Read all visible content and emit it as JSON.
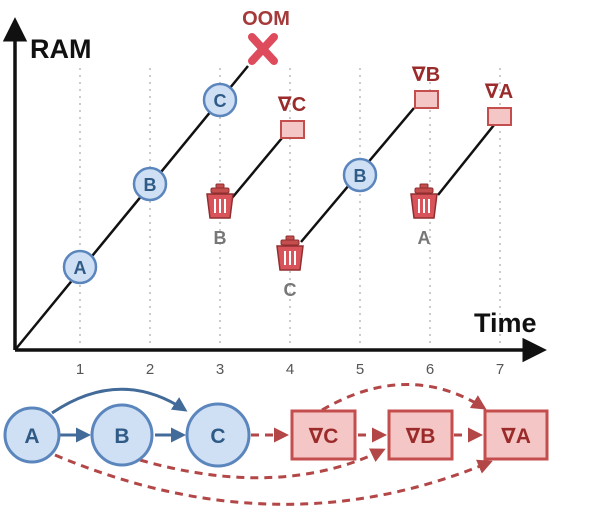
{
  "axes": {
    "y_label": "RAM",
    "x_label": "Time",
    "ticks": [
      "1",
      "2",
      "3",
      "4",
      "5",
      "6",
      "7"
    ]
  },
  "oom_label": "OOM",
  "plot_markers": {
    "forward": [
      {
        "label": "A",
        "time": 1
      },
      {
        "label": "B",
        "time": 2
      },
      {
        "label": "C",
        "time": 3
      },
      {
        "label": "B",
        "time": 5
      }
    ],
    "gradients": [
      {
        "label": "∇C",
        "time": 4
      },
      {
        "label": "∇B",
        "time": 6
      },
      {
        "label": "∇A",
        "time": 7
      }
    ],
    "freed": [
      {
        "label": "B",
        "time": 3
      },
      {
        "label": "C",
        "time": 4
      },
      {
        "label": "A",
        "time": 6
      }
    ]
  },
  "graph": {
    "forward_nodes": [
      "A",
      "B",
      "C"
    ],
    "backward_nodes": [
      "∇C",
      "∇B",
      "∇A"
    ]
  },
  "colors": {
    "forward_fill": "#cfe0f5",
    "forward_stroke": "#5b86bd",
    "backward_fill": "#f5c6c6",
    "backward_stroke": "#c44e4e",
    "arrow_blue": "#436b99",
    "arrow_red": "#b34747"
  }
}
